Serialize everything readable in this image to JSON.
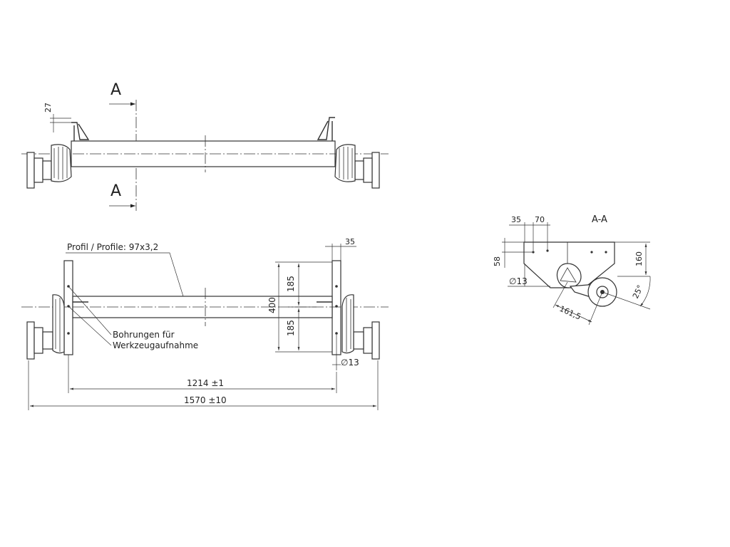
{
  "section": {
    "marker": "A",
    "view_title": "A-A"
  },
  "dimensions": {
    "top_bracket_height": "27",
    "bracket_width": "35",
    "profile": "Profil / Profile: 97x3,2",
    "upper_half": "185",
    "total_height": "400",
    "lower_half": "185",
    "hole_diameter": "∅13",
    "bracket_spacing": "1214 ±1",
    "overall_width": "1570 ±10"
  },
  "note": {
    "line1": "Bohrungen für",
    "line2": "Werkzeugaufnahme"
  },
  "section_dims": {
    "d35": "35",
    "d70": "70",
    "d58": "58",
    "d160": "160",
    "hole": "∅13",
    "radius": "161,5",
    "angle": "25°"
  }
}
